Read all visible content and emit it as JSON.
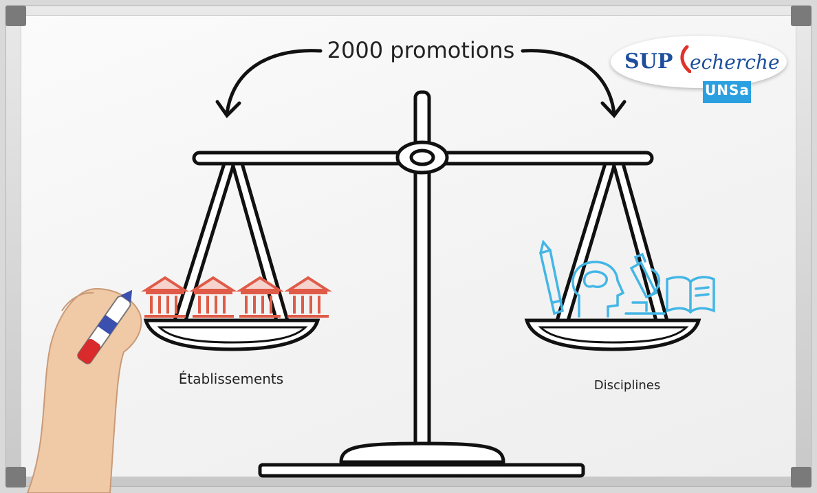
{
  "headline": "2000 promotions",
  "labels": {
    "left": "Établissements",
    "right": "Disciplines"
  },
  "logo": {
    "sup": "SUP",
    "recherche": "echerche",
    "unsa": "UNSa"
  },
  "colors": {
    "ink": "#111111",
    "establishments": "#e05b47",
    "disciplines": "#43b6e6",
    "logo_blue": "#1d4f9c",
    "logo_red": "#e0322b",
    "unsa_blue": "#2aa0e0"
  },
  "icons": {
    "left_pan": [
      "building-icon",
      "building-icon",
      "building-icon",
      "building-icon"
    ],
    "right_pan": [
      "pencil-icon",
      "brain-head-icon",
      "microscope-icon",
      "book-icon"
    ]
  }
}
